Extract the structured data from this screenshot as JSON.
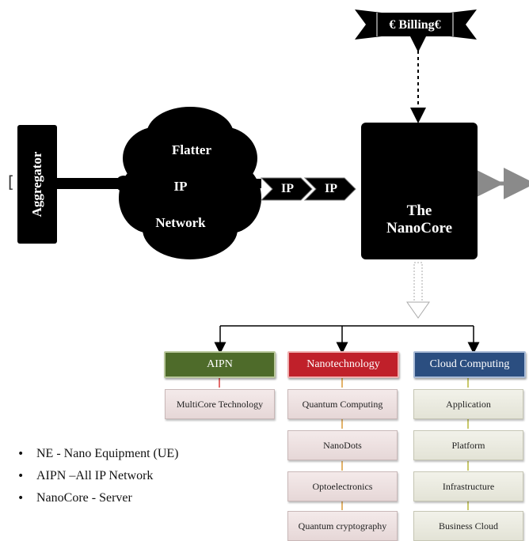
{
  "billing": {
    "label": "€ Billing€"
  },
  "aggregator": {
    "label": "Aggregator"
  },
  "cloud": {
    "line1": "Flatter",
    "line2": "IP",
    "line3": "Network"
  },
  "chevrons": [
    {
      "label": "IP"
    },
    {
      "label": "IP"
    }
  ],
  "nanocore": {
    "line1": "The",
    "line2": "NanoCore"
  },
  "categories": {
    "aipn": {
      "label": "AIPN",
      "items": [
        "MultiCore Technology"
      ]
    },
    "nanotech": {
      "label": "Nanotechnology",
      "items": [
        "Quantum Computing",
        "NanoDots",
        "Optoelectronics",
        "Quantum cryptography"
      ]
    },
    "cloud": {
      "label": "Cloud Computing",
      "items": [
        "Application",
        "Platform",
        "Infrastructure",
        "Business Cloud"
      ]
    }
  },
  "colors": {
    "aipn": "#4e6b2a",
    "nanotech": "#c0202a",
    "cloud": "#2b4e80"
  },
  "legend": [
    "NE - Nano Equipment (UE)",
    "AIPN –All IP Network",
    "NanoCore - Server"
  ]
}
